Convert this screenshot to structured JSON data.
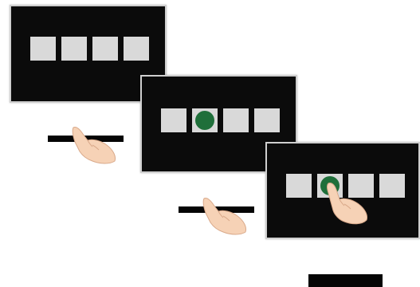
{
  "frames": [
    {
      "id": "frame-1",
      "squares": 4,
      "highlighted": null
    },
    {
      "id": "frame-2",
      "squares": 4,
      "highlighted": 2
    },
    {
      "id": "frame-3",
      "squares": 4,
      "highlighted": 2
    }
  ],
  "colors": {
    "screen": "#0b0b0b",
    "square": "#d9d9d9",
    "dot": "#1f6f3a",
    "skin": "#f6d2b6"
  },
  "icons": [
    "hand-icon",
    "pointing-hand-icon"
  ]
}
